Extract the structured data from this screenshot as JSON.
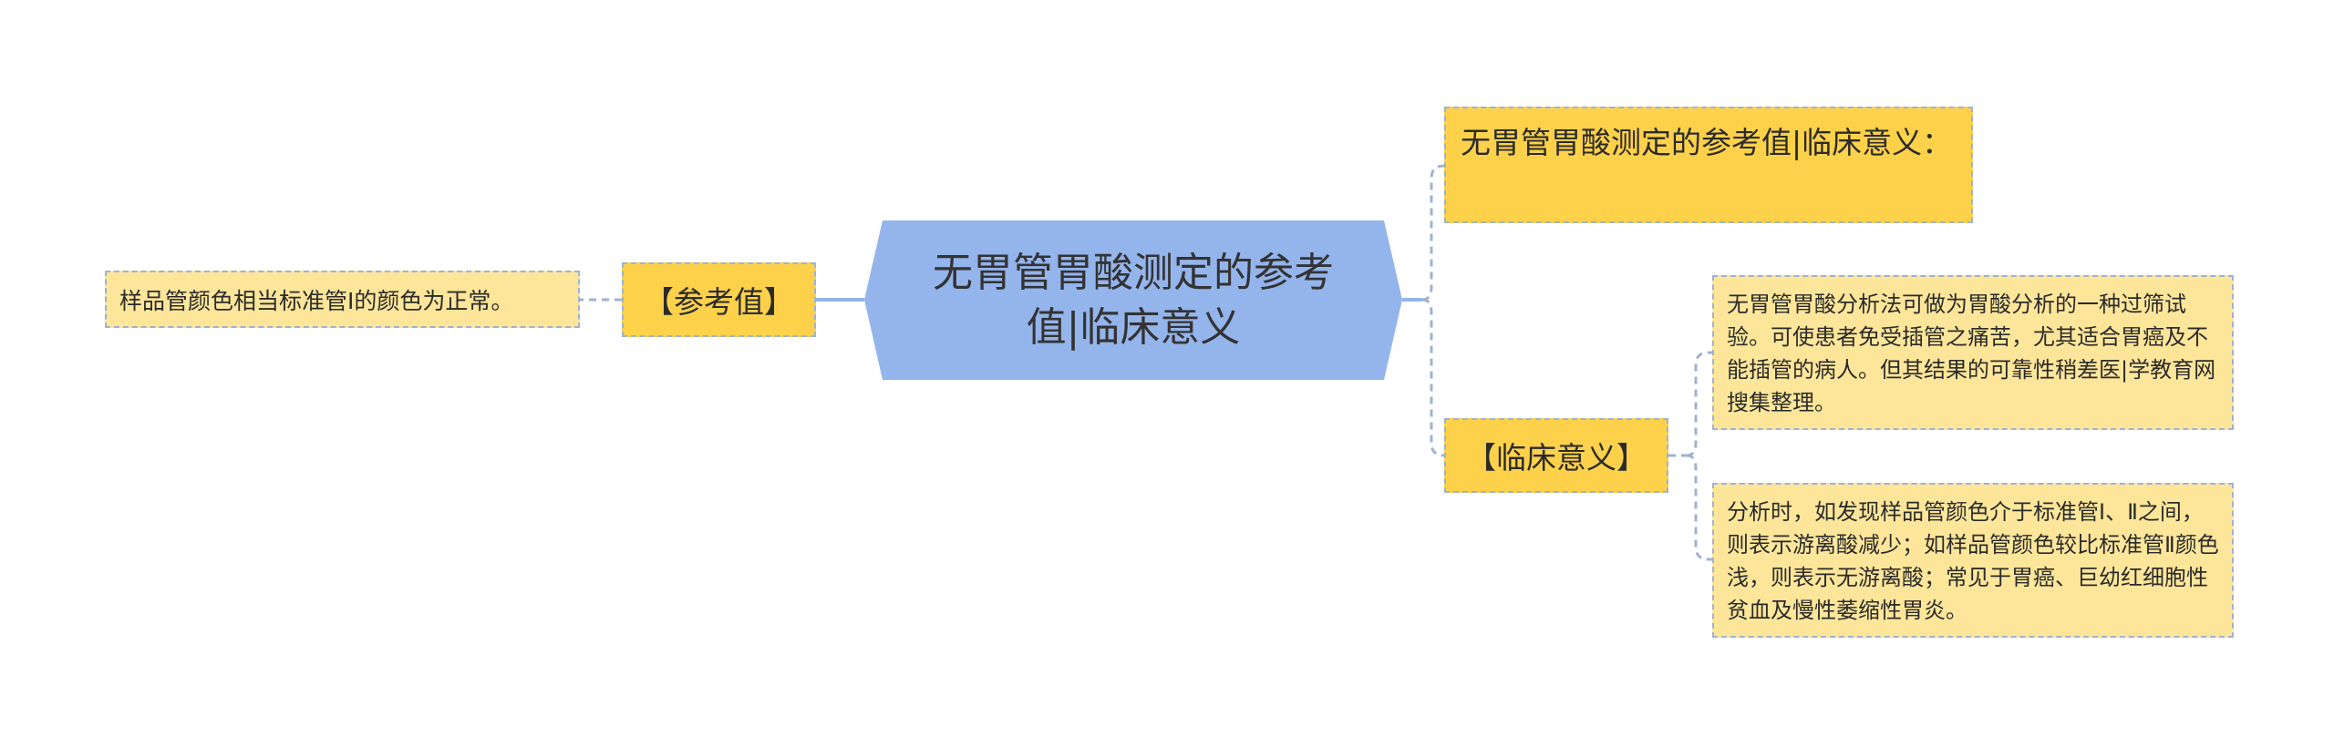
{
  "root": {
    "title": "无胃管胃酸测定的参考值|临床意义"
  },
  "left_branch": {
    "label": "【参考值】",
    "leaf": "样品管颜色相当标准管Ⅰ的颜色为正常。"
  },
  "right_branch_1": {
    "label": "无胃管胃酸测定的参考值|临床意义："
  },
  "right_branch_2": {
    "label": "【临床意义】",
    "leaves": [
      "无胃管胃酸分析法可做为胃酸分析的一种过筛试验。可使患者免受插管之痛苦，尤其适合胃癌及不能插管的病人。但其结果的可靠性稍差医|学教育网搜集整理。",
      "分析时，如发现样品管颜色介于标准管Ⅰ、Ⅱ之间，则表示游离酸减少；如样品管颜色较比标准管Ⅱ颜色浅，则表示无游离酸；常见于胃癌、巨幼红细胞性贫血及慢性萎缩性胃炎。"
    ]
  },
  "colors": {
    "root_fill": "#94b4ec",
    "label_fill": "#fdd14a",
    "leaf_fill": "#fde69a",
    "connector": "#9fb3cf"
  }
}
